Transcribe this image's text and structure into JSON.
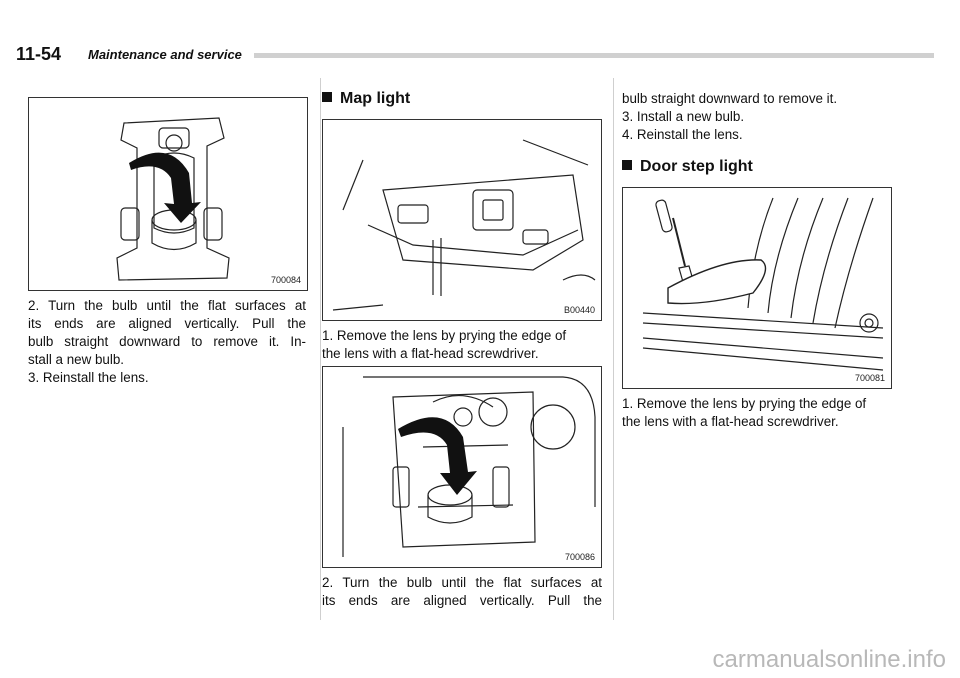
{
  "header": {
    "page_number": "11-54",
    "section": "Maintenance and service"
  },
  "col1": {
    "figure_code": "700084",
    "step2_l1": "2.  Turn  the  bulb  until  the  flat  surfaces  at",
    "step2_l2": "its  ends  are  aligned  vertically.  Pull  the",
    "step2_l3": "bulb  straight  downward  to  remove  it.  In-",
    "step2_l4": "stall a new bulb.",
    "step3": "3.  Reinstall the lens."
  },
  "col2": {
    "heading": "Map light",
    "figure1_code": "B00440",
    "step1_l1": "1.  Remove the lens by prying the edge of",
    "step1_l2": "the lens with a flat-head screwdriver.",
    "figure2_code": "700086",
    "step2_l1": "2.  Turn  the  bulb  until  the  flat  surfaces  at",
    "step2_l2": "its  ends  are  aligned  vertically.  Pull  the"
  },
  "col3": {
    "cont_l1": "bulb straight downward to remove it.",
    "step3": "3.  Install a new bulb.",
    "step4": "4.  Reinstall the lens.",
    "heading": "Door step light",
    "figure_code": "700081",
    "step1_l1": "1.  Remove the lens by prying the edge of",
    "step1_l2": "the lens with a flat-head screwdriver."
  },
  "footer": {
    "watermark": "carmanualsonline.info"
  }
}
